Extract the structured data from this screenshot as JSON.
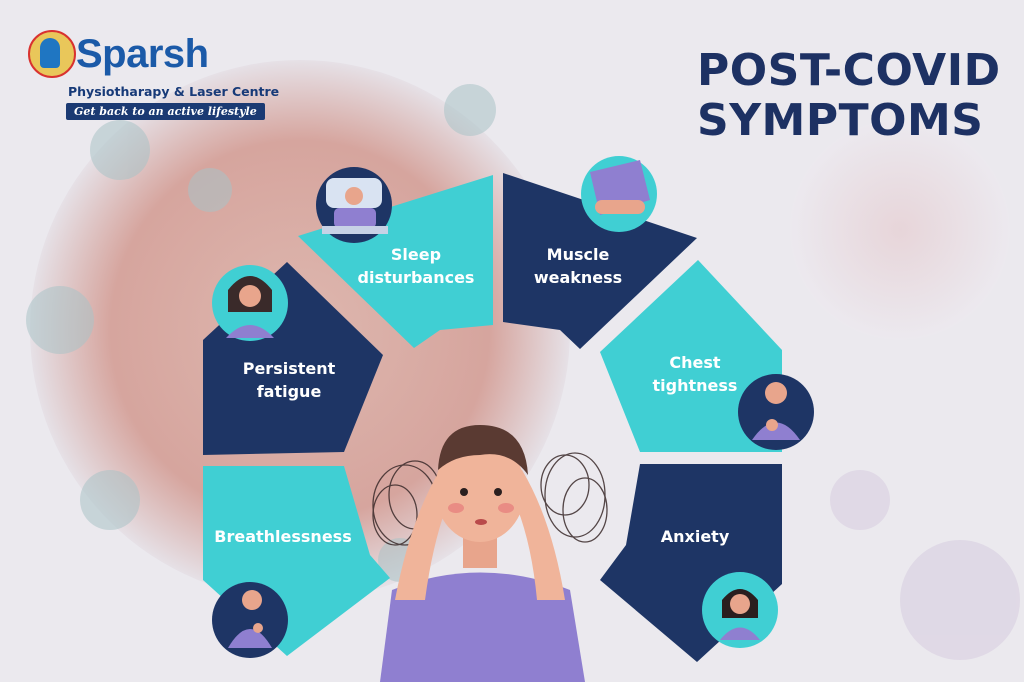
{
  "brand": {
    "name": "Sparsh",
    "subtitle": "Physiotharapy & Laser Centre",
    "tagline": "Get back to an active lifestyle"
  },
  "title": {
    "line1": "POST-COVID",
    "line2": "SYMPTOMS"
  },
  "symptoms": [
    {
      "line1": "Sleep",
      "line2": "disturbances",
      "icon": "sleeping-person-icon"
    },
    {
      "line1": "Muscle",
      "line2": "weakness",
      "icon": "arm-muscle-icon"
    },
    {
      "line1": "Persistent",
      "line2": "fatigue",
      "icon": "tired-person-icon"
    },
    {
      "line1": "Chest",
      "line2": "tightness",
      "icon": "chest-pain-icon"
    },
    {
      "line1": "Breathlessness",
      "icon": "breathless-person-icon"
    },
    {
      "line1": "Anxiety",
      "icon": "anxious-person-icon"
    }
  ],
  "colors": {
    "navy": "#1e3565",
    "cyan": "#40cfd3",
    "title": "#1d3163",
    "shirt": "#8f7fd0"
  }
}
